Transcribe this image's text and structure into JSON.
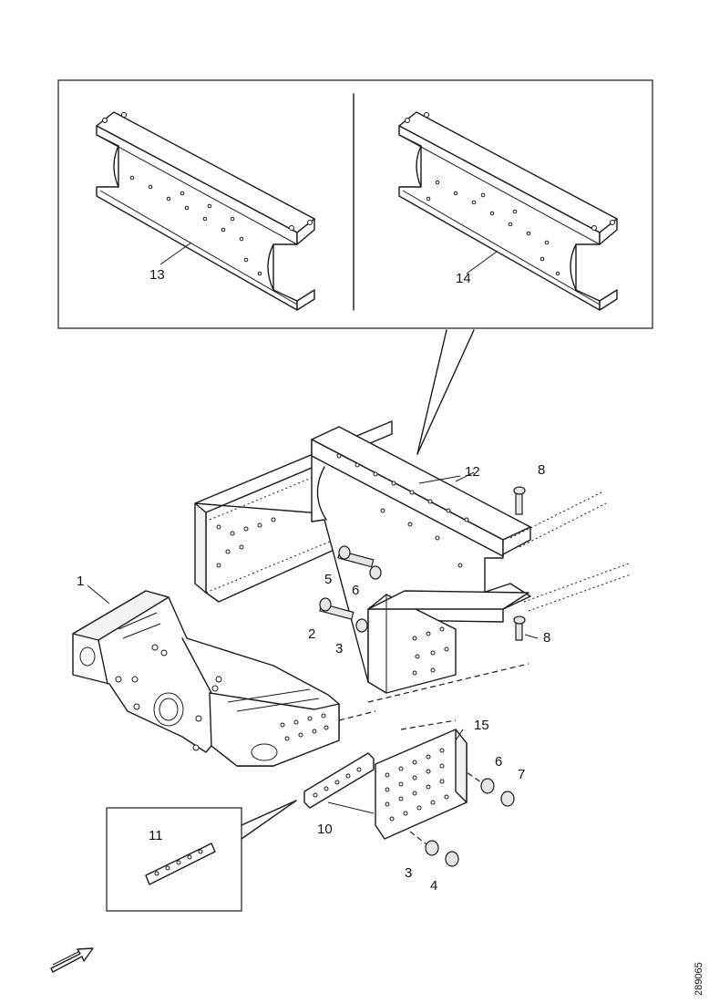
{
  "callouts": {
    "p1": "1",
    "p2": "2",
    "p3a": "3",
    "p3b": "3",
    "p4": "4",
    "p5": "5",
    "p6a": "6",
    "p6b": "6",
    "p7": "7",
    "p8a": "8",
    "p8b": "8",
    "p10": "10",
    "p11": "11",
    "p12": "12",
    "p13": "13",
    "p14": "14",
    "p15": "15"
  },
  "figure_code": "289065",
  "icons": {
    "direction": "forward-arrow-icon"
  }
}
